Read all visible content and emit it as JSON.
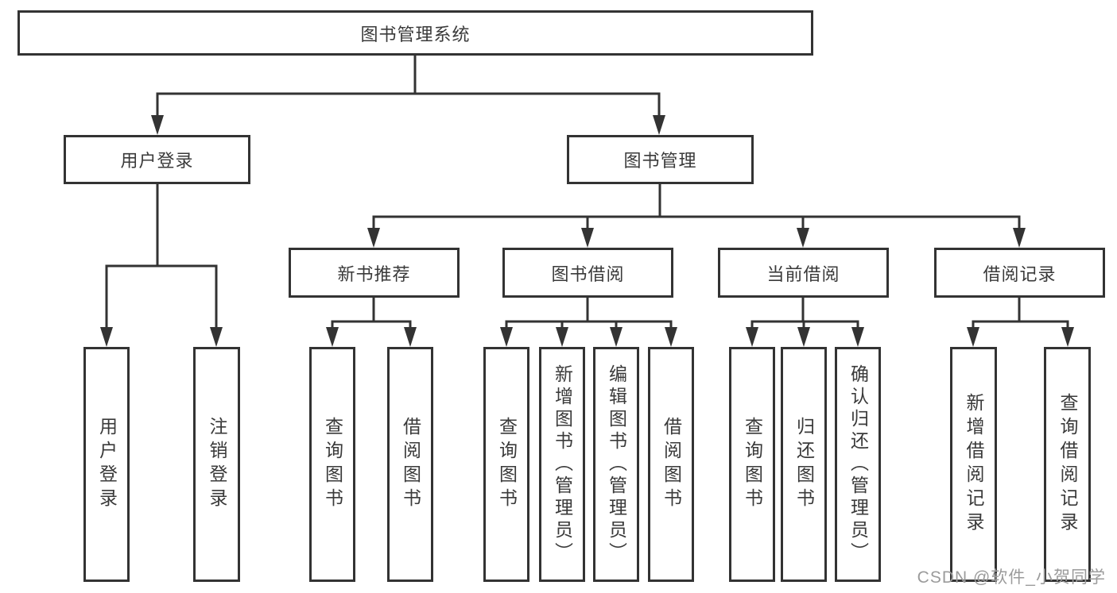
{
  "diagram": {
    "root": {
      "label": "图书管理系统"
    },
    "branches": [
      {
        "label": "用户登录",
        "children": [
          {
            "label": "用户登录"
          },
          {
            "label": "注销登录"
          }
        ]
      },
      {
        "label": "图书管理",
        "children": [
          {
            "label": "新书推荐",
            "children": [
              {
                "label": "查询图书"
              },
              {
                "label": "借阅图书"
              }
            ]
          },
          {
            "label": "图书借阅",
            "children": [
              {
                "label": "查询图书"
              },
              {
                "label": "新增图书（管理员）"
              },
              {
                "label": "编辑图书（管理员）"
              },
              {
                "label": "借阅图书"
              }
            ]
          },
          {
            "label": "当前借阅",
            "children": [
              {
                "label": "查询图书"
              },
              {
                "label": "归还图书"
              },
              {
                "label": "确认归还（管理员）"
              }
            ]
          },
          {
            "label": "借阅记录",
            "children": [
              {
                "label": "新增借阅记录"
              },
              {
                "label": "查询借阅记录"
              }
            ]
          }
        ]
      }
    ]
  },
  "watermark": {
    "text": "CSDN @软件_小贺同学"
  },
  "colors": {
    "line": "#333333",
    "text": "#3a3a3a",
    "watermark": "#9b9b9b",
    "background": "#ffffff"
  }
}
